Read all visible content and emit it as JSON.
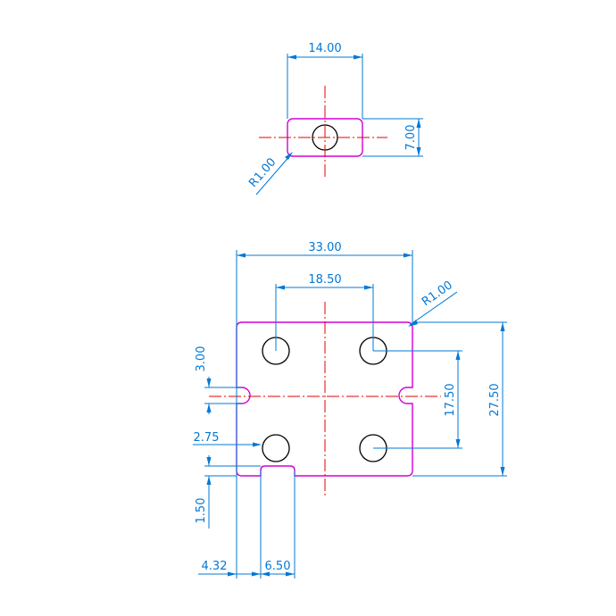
{
  "colors": {
    "outline": "#d400d4",
    "hole": "#000000",
    "centerline": "#e60000",
    "dimension": "#0078d7",
    "background": "#ffffff"
  },
  "top_view": {
    "width_dim": "14.00",
    "height_dim": "7.00",
    "radius_dim": "R1.00"
  },
  "main_view": {
    "width_dim": "33.00",
    "hole_spacing_x": "18.50",
    "radius_dim": "R1.00",
    "hole_spacing_y": "17.50",
    "height_dim": "27.50",
    "slot_width_dim": "3.00",
    "slot_depth_dim": "2.75",
    "notch_depth_dim": "1.50",
    "notch_offset_dim": "4.32",
    "notch_width_dim": "6.50"
  }
}
